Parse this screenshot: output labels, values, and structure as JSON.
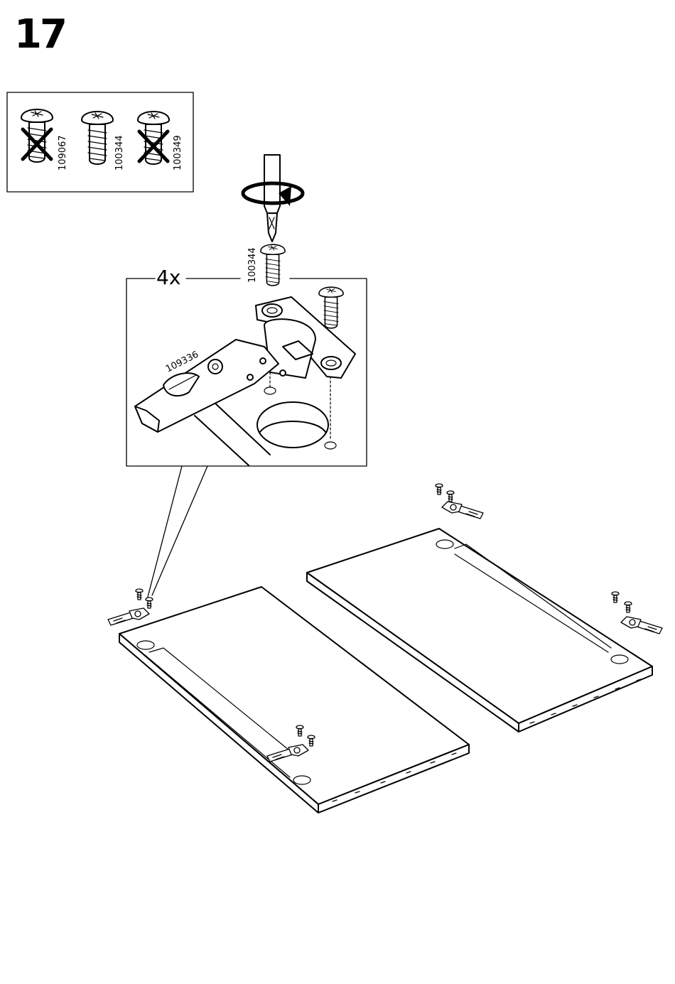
{
  "step": {
    "number": "17"
  },
  "screw_legend": {
    "items": [
      {
        "code": "109067",
        "crossed_out": true
      },
      {
        "code": "100344",
        "crossed_out": false
      },
      {
        "code": "100349",
        "crossed_out": true
      }
    ]
  },
  "detail": {
    "quantity": "4x",
    "screw_code": "100344",
    "hinge_code": "109336"
  }
}
